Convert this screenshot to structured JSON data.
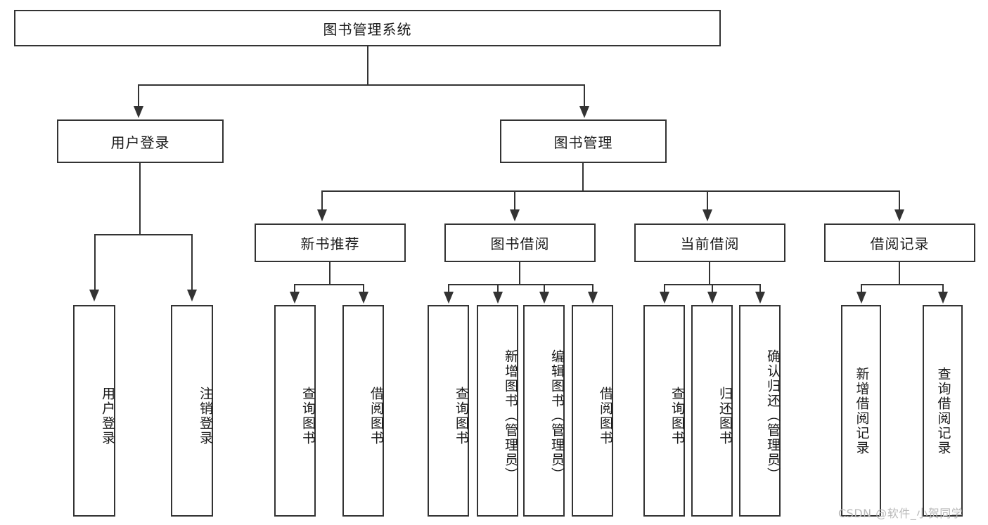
{
  "diagram": {
    "title": "图书管理系统",
    "root": {
      "label": "图书管理系统"
    },
    "level2": [
      {
        "label": "用户登录"
      },
      {
        "label": "图书管理"
      }
    ],
    "level3": [
      {
        "label": "新书推荐"
      },
      {
        "label": "图书借阅"
      },
      {
        "label": "当前借阅"
      },
      {
        "label": "借阅记录"
      }
    ],
    "leaves_user_login": [
      {
        "label": "用户登录"
      },
      {
        "label": "注销登录"
      }
    ],
    "leaves_new_book": [
      {
        "label": "查询图书"
      },
      {
        "label": "借阅图书"
      }
    ],
    "leaves_borrow": [
      {
        "label": "查询图书"
      },
      {
        "label": "新增图书（管理员）"
      },
      {
        "label": "编辑图书（管理员）"
      },
      {
        "label": "借阅图书"
      }
    ],
    "leaves_current": [
      {
        "label": "查询图书"
      },
      {
        "label": "归还图书"
      },
      {
        "label": "确认归还（管理员）"
      }
    ],
    "leaves_records": [
      {
        "label": "新增借阅记录"
      },
      {
        "label": "查询借阅记录"
      }
    ]
  },
  "watermark": {
    "text": "CSDN @软件_小贺同学"
  },
  "colors": {
    "stroke": "#333333",
    "background": "#ffffff",
    "text": "#1a1a1a",
    "watermark": "#b9b9b9"
  }
}
